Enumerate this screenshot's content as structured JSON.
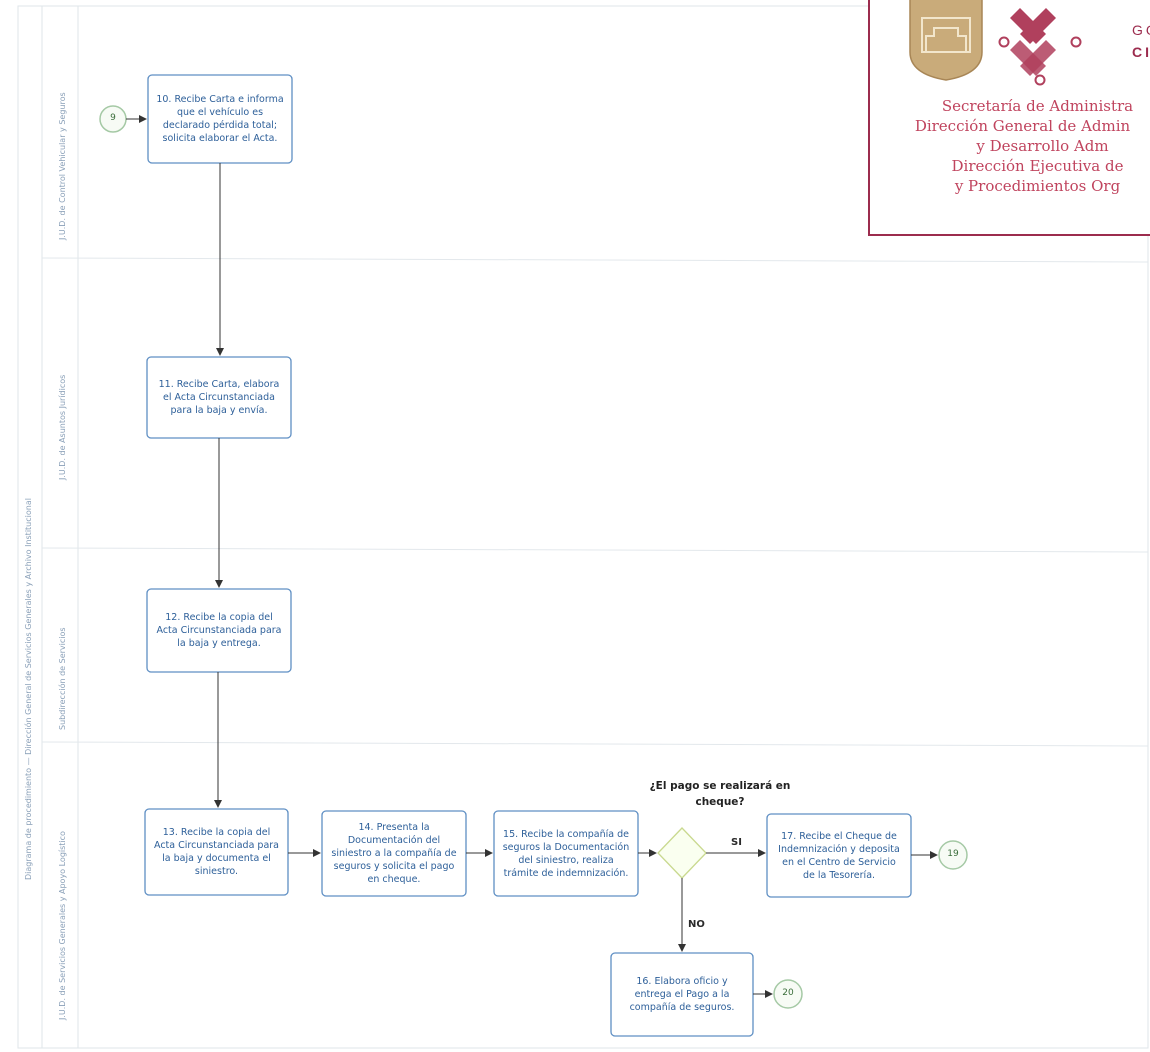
{
  "lanes": {
    "outer": "Diagrama de procedimiento — Dirección General de Servicios Generales y Archivo Institucional",
    "lane1": "J.U.D. de Control Vehicular y Seguros",
    "lane2": "J.U.D. de Asuntos Jurídicos",
    "lane3": "Subdirección de Servicios",
    "lane4": "J.U.D. de Servicios Generales y Apoyo Logístico"
  },
  "connectors": {
    "in": "9",
    "out_yes": "19",
    "out_no": "20"
  },
  "steps": {
    "s10": "10. Recibe Carta e informa que el vehículo es declarado pérdida total; solicita elaborar el Acta.",
    "s11": "11. Recibe Carta, elabora el Acta Circunstanciada para la baja y envía.",
    "s12": "12. Recibe la copia del Acta Circunstanciada para la baja y entrega.",
    "s13": "13. Recibe la copia del Acta Circunstanciada para la baja y documenta el siniestro.",
    "s14": "14. Presenta la Documentación del siniestro a la compañía de seguros y solicita el pago en cheque.",
    "s15": "15. Recibe la compañía de seguros la Documentación del siniestro, realiza trámite de indemnización.",
    "s16": "16. Elabora oficio y entrega el Pago a la compañía de seguros.",
    "s17": "17. Recibe el Cheque de Indemnización y deposita en el Centro de Servicio de la Tesorería."
  },
  "decision": {
    "question": "¿El pago se realizará en cheque?",
    "yes": "SI",
    "no": "NO"
  },
  "logo": {
    "gob": "GO",
    "ci": "CI",
    "line1": "Secretaría  de Administra",
    "line2": "Dirección General de Admin",
    "line3": "y Desarrollo Adm",
    "line4": "Dirección Ejecutiva de",
    "line5": "y Procedimientos Org"
  },
  "colors": {
    "node_border": "#5f8fc4",
    "arrow": "#333333",
    "connector": "#7db87d",
    "brand": "#9c2c4e"
  }
}
